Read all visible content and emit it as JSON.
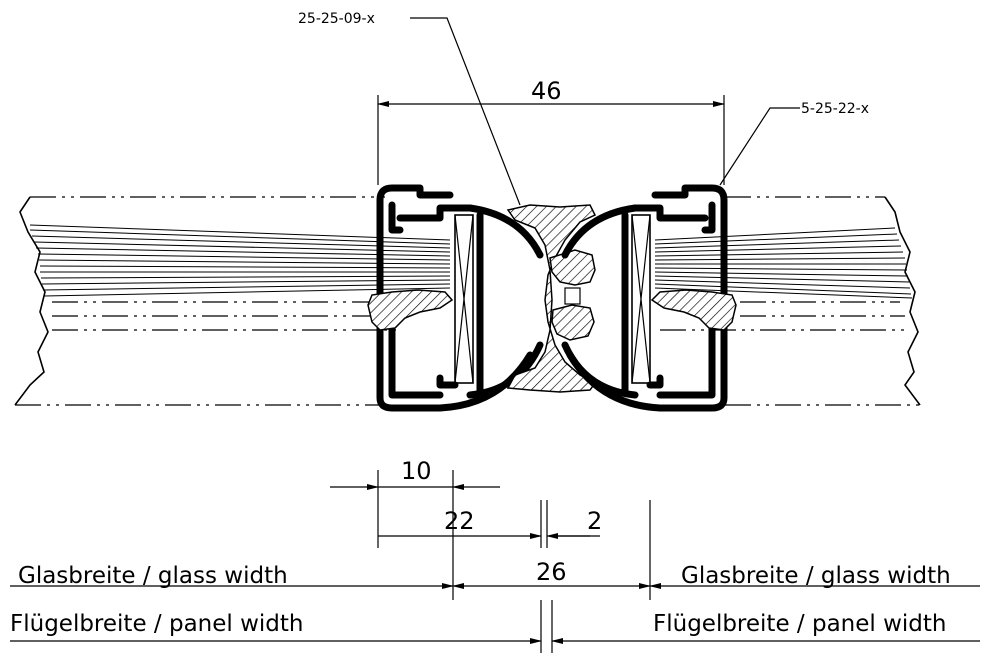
{
  "part_numbers": {
    "center_profile": "25-25-09-x",
    "frame_profile": "5-25-22-x"
  },
  "dimensions": {
    "overall": "46",
    "d10": "10",
    "d22": "22",
    "d2": "2",
    "d26": "26"
  },
  "labels": {
    "glass_width_left": "Glasbreite / glass width",
    "glass_width_right": "Glasbreite / glass width",
    "panel_width_left": "Flügelbreite / panel width",
    "panel_width_right": "Flügelbreite / panel width"
  }
}
